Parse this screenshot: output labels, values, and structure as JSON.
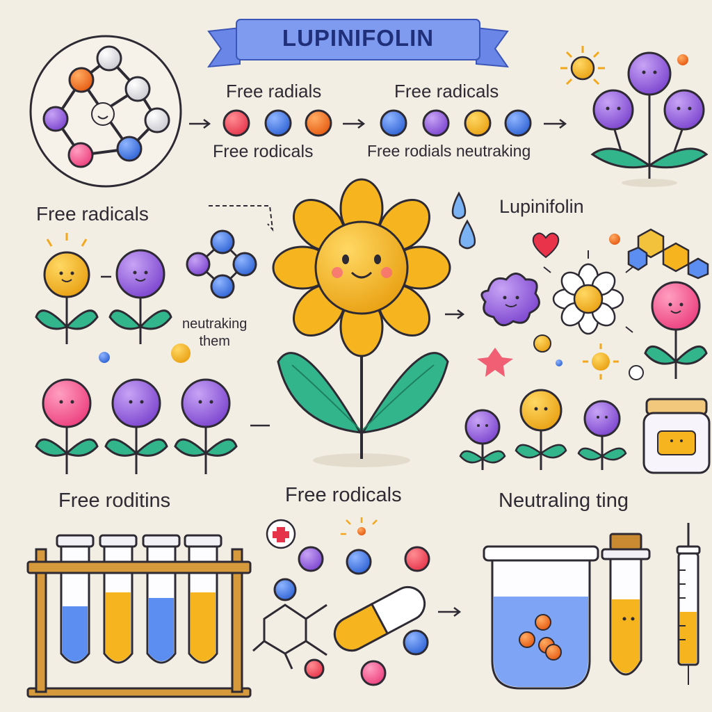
{
  "title": "LUPINIFOLIN",
  "labels": {
    "radicals_top_1": "Free radials",
    "radicals_top_2": "Free radicals",
    "radicals_under_1": "Free rodicals",
    "radicals_under_2": "Free rodials neutraking",
    "left_heading": "Free radicals",
    "lupinifolin": "Lupinifolin",
    "neutralizing": "neutraking\nthem",
    "bottom_left": "Free roditins",
    "bottom_middle": "Free rodicals",
    "bottom_right": "Neutraling ting"
  },
  "colors": {
    "background": "#f3eee3",
    "banner": "#7e9bf0",
    "yellow": "#f6b51e",
    "purple": "#8e5ad8",
    "pink": "#f2588f",
    "blue": "#3f78e0",
    "orange": "#ef6a1e",
    "leaf": "#33b58b",
    "wood": "#c98a32"
  },
  "icons": [
    "molecule-diagram",
    "smiling-flower",
    "sun",
    "water-drop",
    "heart",
    "test-tube-rack",
    "capsule",
    "beaker",
    "syringe",
    "jar"
  ]
}
